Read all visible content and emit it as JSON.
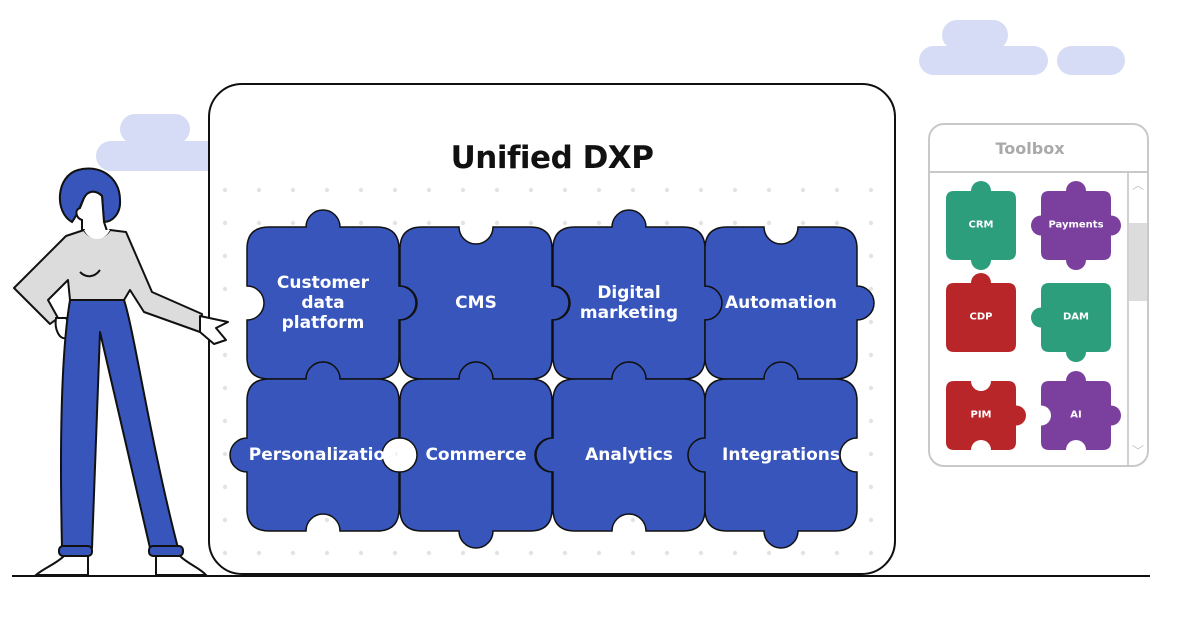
{
  "diagram": {
    "title": "Unified DXP",
    "colors": {
      "puzzle_blue": "#3755bb",
      "outline": "#111111",
      "cloud": "#d6dcf5",
      "dots": "#e3e3e3",
      "shirt": "#dcdcdc",
      "crm_green": "#2c9e7b",
      "payments_purple": "#7b3f9e",
      "cdp_red": "#b8262a"
    },
    "pieces": [
      {
        "label": "Customer data platform",
        "lines": [
          "Customer",
          "data",
          "platform"
        ]
      },
      {
        "label": "CMS",
        "lines": [
          "CMS"
        ]
      },
      {
        "label": "Digital marketing",
        "lines": [
          "Digital",
          "marketing"
        ]
      },
      {
        "label": "Automation",
        "lines": [
          "Automation"
        ]
      },
      {
        "label": "Personalization",
        "lines": [
          "Personalization"
        ]
      },
      {
        "label": "Commerce",
        "lines": [
          "Commerce"
        ]
      },
      {
        "label": "Analytics",
        "lines": [
          "Analytics"
        ]
      },
      {
        "label": "Integrations",
        "lines": [
          "Integrations"
        ]
      }
    ]
  },
  "toolbox": {
    "title": "Toolbox",
    "items": [
      {
        "label": "CRM",
        "color": "#2c9e7b"
      },
      {
        "label": "Payments",
        "color": "#7b3f9e"
      },
      {
        "label": "CDP",
        "color": "#b8262a"
      },
      {
        "label": "DAM",
        "color": "#2c9e7b"
      },
      {
        "label": "PIM",
        "color": "#b8262a"
      },
      {
        "label": "AI",
        "color": "#7b3f9e"
      }
    ],
    "scroll_up_icon": "chevron-up-icon",
    "scroll_down_icon": "chevron-down-icon",
    "scroll_up_glyph": "︿",
    "scroll_down_glyph": "﹀"
  },
  "illustration": {
    "figure": "woman-presenting-figure",
    "clouds": 2
  }
}
